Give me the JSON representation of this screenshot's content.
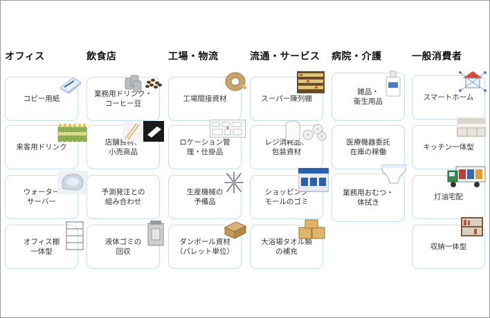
{
  "columns": [
    {
      "header": "オフィス",
      "cards": [
        "コピー用紙",
        "来客用ドリンク",
        "ウォーター\nサーバー",
        "オフィス棚\n一体型"
      ],
      "icons": [
        "copy-paper-icon",
        "bottled-drinks-icon",
        "water-server-icon",
        "office-shelf-icon"
      ]
    },
    {
      "header": "飲食店",
      "cards": [
        "業務用ドリンク・\nコーヒー豆",
        "店舗資材、\n小売商品",
        "予測発注との\n組み合わせ",
        "液体ゴミの\n回収"
      ],
      "icons": [
        "drink-kegs-icon",
        "store-supplies-icon",
        "",
        "liquid-waste-bin-icon"
      ]
    },
    {
      "header": "工場・物流",
      "cards": [
        "工場間接資材",
        "ロケーション管\n理・仕掛品",
        "生産機械の\n予備品",
        "ダンボール資材\n（パレット単位）"
      ],
      "icons": [
        "packing-tape-icon",
        "layout-diagram-icon",
        "machine-parts-icon",
        "cardboard-icon"
      ]
    },
    {
      "header": "流通・サービス",
      "cards": [
        "スーパー陳列棚",
        "レジ消耗品、\n包装資材",
        "ショッピング\nモールのゴミ",
        "大浴場タオル類\nの補充"
      ],
      "icons": [
        "store-shelf-icon",
        "register-roll-icon",
        "trash-bins-icon",
        "towel-boxes-icon"
      ]
    },
    {
      "header": "病院・介護",
      "cards": [
        "雑品・\n衛生用品",
        "医療機器委託\n在庫の稼働",
        "業務用おむつ・\n体拭き"
      ],
      "icons": [
        "sanitizer-bottle-icon",
        "",
        "diaper-icon"
      ]
    },
    {
      "header": "一般消費者",
      "cards": [
        "スマートホーム",
        "キッチン一体型",
        "灯油宅配",
        "収納一体型"
      ],
      "icons": [
        "smart-home-icon",
        "kitchen-icon",
        "kerosene-delivery-icon",
        "storage-shelf-icon"
      ]
    }
  ]
}
